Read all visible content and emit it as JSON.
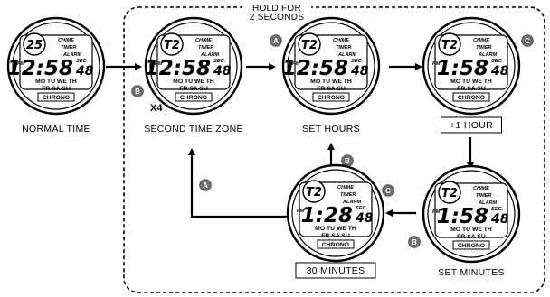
{
  "hold_label_line1": "HOLD FOR",
  "hold_label_line2": "2 SECONDS",
  "watches": [
    {
      "id": "normal",
      "caption": "NORMAL TIME",
      "caption_boxed": false,
      "top_indicator": "25",
      "indicators": [
        "CHIME",
        "TIMER",
        "ALARM"
      ],
      "pm": "PM",
      "time": "12:58",
      "seconds": "48",
      "sec_label": "SEC.",
      "days_row1": "MO TU WE TH",
      "days_row2": "FR SA SU",
      "chrono": "CHRONO",
      "button": null,
      "extra_mark": null
    },
    {
      "id": "second-tz",
      "caption": "SECOND TIME ZONE",
      "caption_boxed": false,
      "top_indicator": "T2",
      "indicators": [
        "CHIME",
        "TIMER",
        "ALARM"
      ],
      "pm": "PM",
      "time": "12:58",
      "seconds": "48",
      "sec_label": "SEC.",
      "days_row1": "MO TU WE TH",
      "days_row2": "FR SA SU",
      "chrono": "CHRONO",
      "button": "B",
      "extra_mark": "X4"
    },
    {
      "id": "set-hours",
      "caption": "SET HOURS",
      "caption_boxed": false,
      "top_indicator": "T2",
      "indicators": [
        "CHIME",
        "TIMER",
        "ALARM"
      ],
      "pm": "PM",
      "time": "12:58",
      "seconds": "48",
      "sec_label": "SEC.",
      "days_row1": "MO TU WE TH",
      "days_row2": "FR SA SU",
      "chrono": "CHRONO",
      "button": "A",
      "extra_mark": null
    },
    {
      "id": "plus-hour",
      "caption": "+1 HOUR",
      "caption_boxed": true,
      "top_indicator": "T2",
      "indicators": [
        "CHIME",
        "TIMER",
        "ALARM"
      ],
      "pm": "PM",
      "time": "1:58",
      "seconds": "48",
      "sec_label": "SEC.",
      "days_row1": "MO TU WE TH",
      "days_row2": "FR SA SU",
      "chrono": "CHRONO",
      "button": "C",
      "extra_mark": null
    },
    {
      "id": "set-minutes",
      "caption": "SET MINUTES",
      "caption_boxed": false,
      "top_indicator": "T2",
      "indicators": [
        "CHIME",
        "TIMER",
        "ALARM"
      ],
      "pm": "PM",
      "time": "1:58",
      "seconds": "48",
      "sec_label": "SEC.",
      "days_row1": "MO TU WE TH",
      "days_row2": "FR SA SU",
      "chrono": "CHRONO",
      "button": "B",
      "extra_mark": null
    },
    {
      "id": "thirty-min",
      "caption": "30 MINUTES",
      "caption_boxed": true,
      "top_indicator": "T2",
      "indicators": [
        "CHIME",
        "TIMER",
        "ALARM"
      ],
      "pm": "PM",
      "time": "1:28",
      "seconds": "48",
      "sec_label": "SEC.",
      "days_row1": "MO TU WE TH",
      "days_row2": "FR SA SU",
      "chrono": "CHRONO",
      "button": "C",
      "extra_mark": null
    }
  ],
  "connector_buttons": [
    {
      "id": "b-up",
      "letter": "B"
    },
    {
      "id": "a-return",
      "letter": "A"
    }
  ],
  "colors": {
    "button_fill": "#6d6d6d",
    "line": "#000000",
    "background": "#ffffff"
  }
}
